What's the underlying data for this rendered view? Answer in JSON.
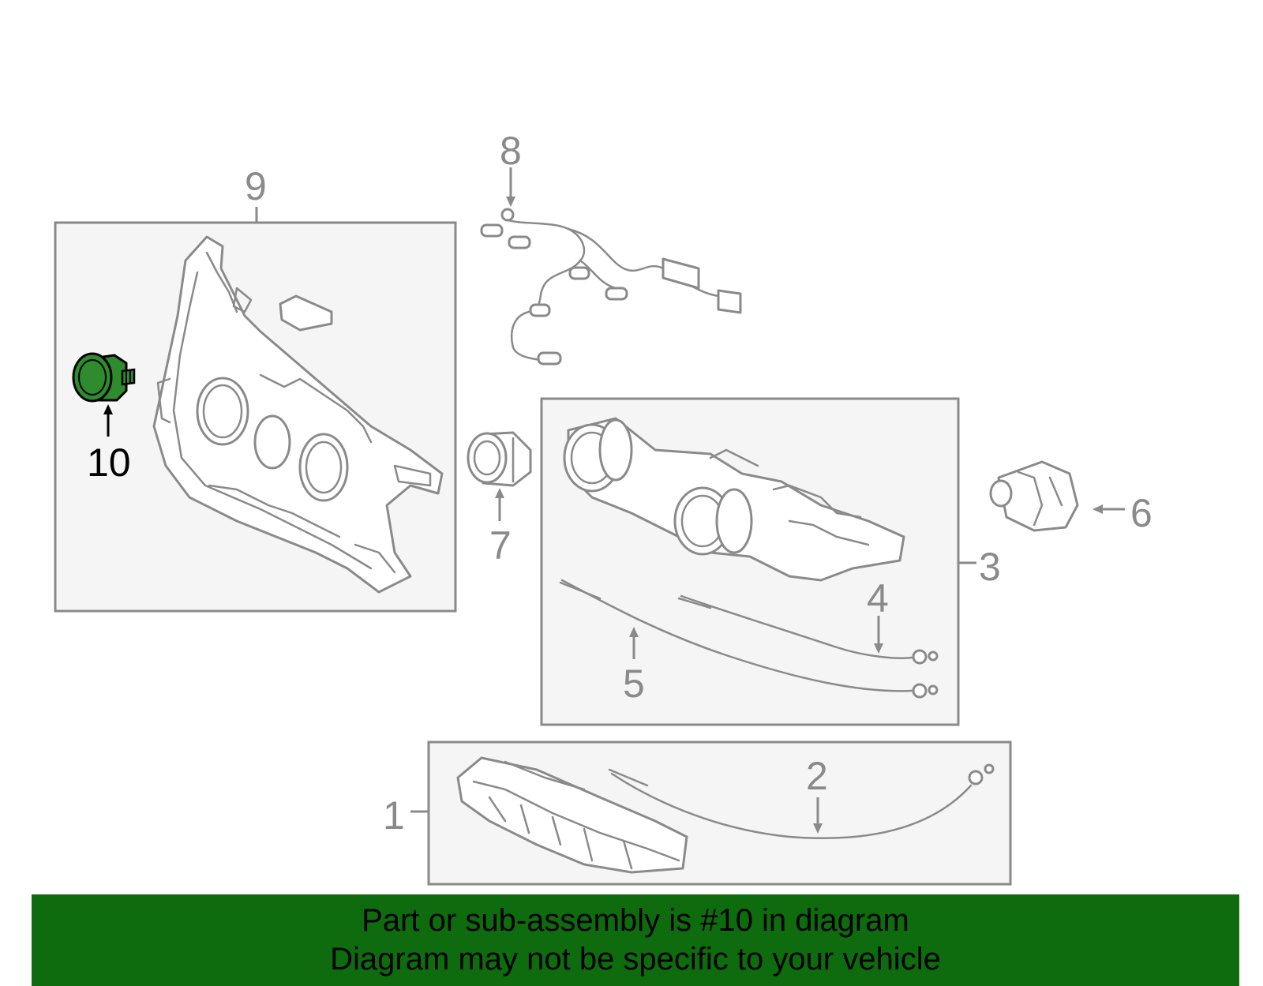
{
  "callouts": {
    "c1": "1",
    "c2": "2",
    "c3": "3",
    "c4": "4",
    "c5": "5",
    "c6": "6",
    "c7": "7",
    "c8": "8",
    "c9": "9",
    "c10": "10"
  },
  "highlight": {
    "part": "10",
    "color": "#2e8b2e",
    "outline": "#000000"
  },
  "banner": {
    "line1": "Part or sub-assembly is #10 in diagram",
    "line2": "Diagram may not be specific to your vehicle",
    "background": "#0e6b0e"
  },
  "colors": {
    "line": "#8a8a8a",
    "box_fill": "#f5f5f5"
  }
}
